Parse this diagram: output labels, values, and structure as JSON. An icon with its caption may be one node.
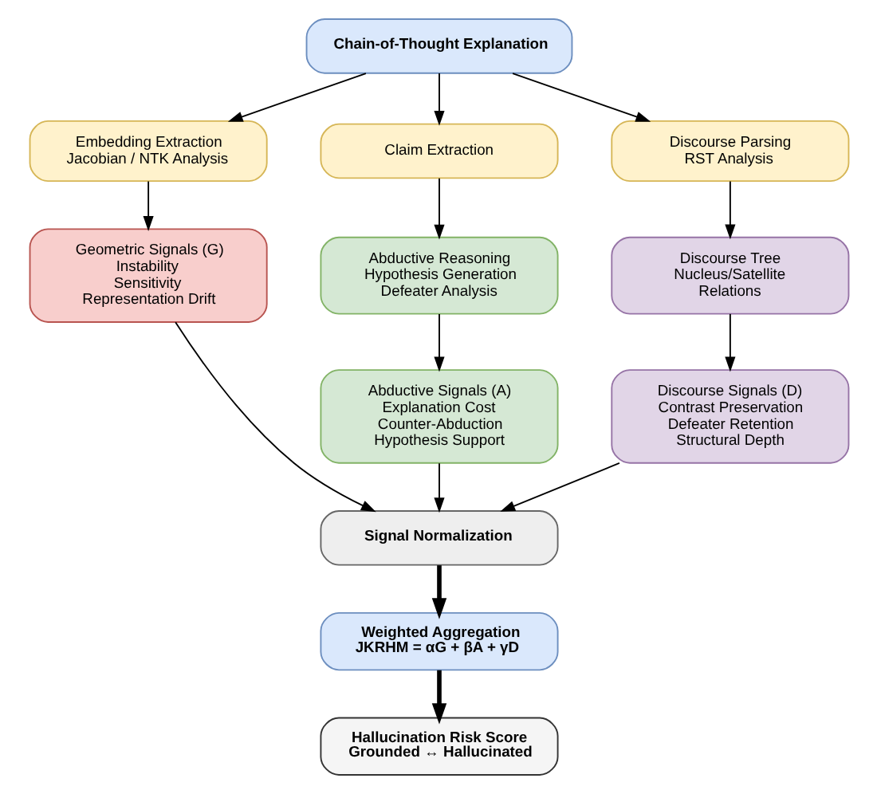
{
  "diagram": {
    "nodes": [
      {
        "text": [
          "Chain-of-Thought Explanation"
        ]
      },
      {
        "text": [
          "Embedding Extraction",
          "Jacobian / NTK Analysis"
        ]
      },
      {
        "text": [
          "Claim Extraction"
        ]
      },
      {
        "text": [
          "Discourse Parsing",
          "RST Analysis"
        ]
      },
      {
        "text": [
          "Geometric Signals (G)",
          "Instability",
          "Sensitivity",
          "Representation Drift"
        ]
      },
      {
        "text": [
          "Abductive Reasoning",
          "Hypothesis Generation",
          "Defeater Analysis"
        ]
      },
      {
        "text": [
          "Discourse Tree",
          "Nucleus/Satellite",
          "Relations"
        ]
      },
      {
        "text": [
          "Abductive Signals (A)",
          "Explanation Cost",
          "Counter-Abduction",
          "Hypothesis Support"
        ]
      },
      {
        "text": [
          "Discourse Signals (D)",
          "Contrast Preservation",
          "Defeater Retention",
          "Structural Depth"
        ]
      },
      {
        "text": [
          "Signal Normalization"
        ]
      },
      {
        "text": [
          "Weighted Aggregation",
          "JKRHM = αG + βA + γD"
        ]
      },
      {
        "text": [
          "Hallucination Risk Score",
          "Grounded ↔ Hallucinated"
        ]
      }
    ],
    "edges": [
      {
        "from": 0,
        "to": 1,
        "arrow": "to"
      },
      {
        "from": 0,
        "to": 2,
        "arrow": "to"
      },
      {
        "from": 0,
        "to": 3,
        "arrow": "to"
      },
      {
        "from": 1,
        "to": 4,
        "arrow": "to"
      },
      {
        "from": 2,
        "to": 5,
        "arrow": "to"
      },
      {
        "from": 3,
        "to": 6,
        "arrow": "to"
      },
      {
        "from": 5,
        "to": 7,
        "arrow": "to"
      },
      {
        "from": 6,
        "to": 8,
        "arrow": "to"
      },
      {
        "from": 4,
        "to": 9,
        "arrow": "to"
      },
      {
        "from": 7,
        "to": 9,
        "arrow": "to"
      },
      {
        "from": 8,
        "to": 9,
        "arrow": "to"
      },
      {
        "from": 9,
        "to": 10,
        "arrow": "to",
        "style": "thick"
      },
      {
        "from": 10,
        "to": 11,
        "arrow": "to",
        "style": "thick"
      }
    ]
  }
}
